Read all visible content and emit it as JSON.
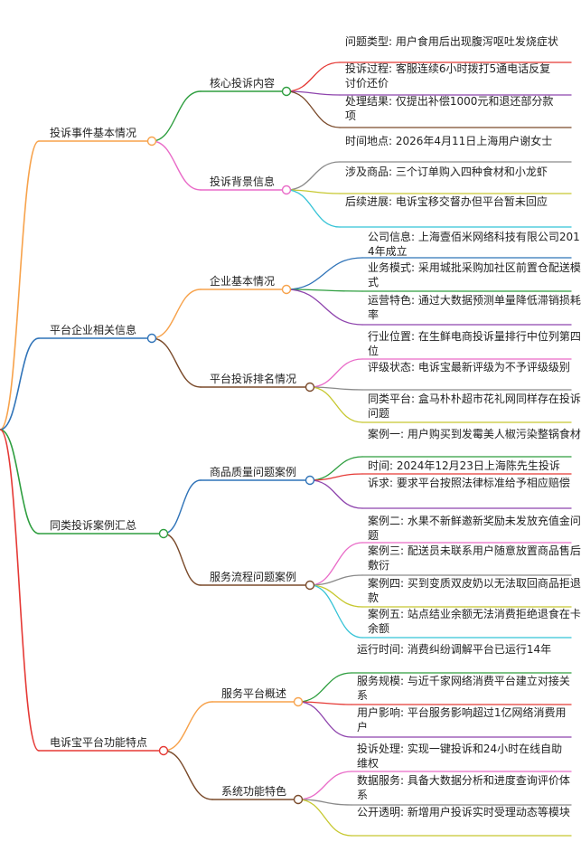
{
  "branches": [
    {
      "label": "投诉事件基本情况",
      "color": "#f7a24b",
      "children": [
        {
          "label": "核心投诉内容",
          "color": "#2e9e3f",
          "leaves": [
            {
              "text": "问题类型: 用户食用后出现腹泻呕吐发烧症状",
              "color": "#e53935"
            },
            {
              "text": "投诉过程: 客服连续6小时拨打5通电话反复讨价还价",
              "color": "#8e44ad"
            },
            {
              "text": "处理结果: 仅提出补偿1000元和退还部分款项",
              "color": "#7a4a2a"
            }
          ]
        },
        {
          "label": "投诉背景信息",
          "color": "#e96bc8",
          "leaves": [
            {
              "text": "时间地点: 2026年4月11日上海用户谢女士",
              "color": "#8a8a8a"
            },
            {
              "text": "涉及商品: 三个订单购入四种食材和小龙虾",
              "color": "#c7c830"
            },
            {
              "text": "后续进展: 电诉宝移交督办但平台暂未回应",
              "color": "#35c3d6"
            }
          ]
        }
      ]
    },
    {
      "label": "平台企业相关信息",
      "color": "#2f73b8",
      "children": [
        {
          "label": "企业基本情况",
          "color": "#f7a24b",
          "leaves": [
            {
              "text": "公司信息: 上海壹佰米网络科技有限公司2014年成立",
              "color": "#2f73b8"
            },
            {
              "text": "业务模式: 采用城批采购加社区前置仓配送模式",
              "color": "#2e9e3f"
            },
            {
              "text": "运营特色: 通过大数据预测单量降低滞销损耗率",
              "color": "#8e44ad"
            }
          ]
        },
        {
          "label": "平台投诉排名情况",
          "color": "#7a4a2a",
          "leaves": [
            {
              "text": "行业位置: 在生鲜电商投诉量排行中位列第四位",
              "color": "#e96bc8"
            },
            {
              "text": "评级状态: 电诉宝最新评级为不予评级级别",
              "color": "#8a8a8a"
            },
            {
              "text": "同类平台: 盒马朴朴超市花礼网同样存在投诉问题",
              "color": "#c7c830"
            }
          ]
        }
      ]
    },
    {
      "label": "同类投诉案例汇总",
      "color": "#2e9e3f",
      "children": [
        {
          "label": "商品质量问题案例",
          "color": "#2f73b8",
          "leaves": [
            {
              "text": "案例一: 用户购买到发霉美人椒污染整锅食材",
              "color": "#2e9e3f"
            },
            {
              "text": "时间: 2024年12月23日上海陈先生投诉",
              "color": "#e53935"
            },
            {
              "text": "诉求: 要求平台按照法律标准给予相应赔偿",
              "color": "#8e44ad"
            }
          ]
        },
        {
          "label": "服务流程问题案例",
          "color": "#7a4a2a",
          "leaves": [
            {
              "text": "案例二: 水果不新鲜邀新奖励未发放充值金问题",
              "color": "#e96bc8"
            },
            {
              "text": "案例三: 配送员未联系用户随意放置商品售后敷衍",
              "color": "#8a8a8a"
            },
            {
              "text": "案例四: 买到变质双皮奶以无法取回商品拒退款",
              "color": "#c7c830"
            },
            {
              "text": "案例五: 站点结业余额无法消费拒绝退食在卡余额",
              "color": "#35c3d6"
            }
          ]
        }
      ]
    },
    {
      "label": "电诉宝平台功能特点",
      "color": "#e53935",
      "children": [
        {
          "label": "服务平台概述",
          "color": "#f7a24b",
          "leaves": [
            {
              "text": "运行时间: 消费纠纷调解平台已运行14年",
              "color": "#2e9e3f"
            },
            {
              "text": "服务规模: 与近千家网络消费平台建立对接关系",
              "color": "#e53935"
            },
            {
              "text": "用户影响: 平台服务影响超过1亿网络消费用户",
              "color": "#8e44ad"
            }
          ]
        },
        {
          "label": "系统功能特色",
          "color": "#7a4a2a",
          "leaves": [
            {
              "text": "投诉处理: 实现一键投诉和24小时在线自助维权",
              "color": "#e96bc8"
            },
            {
              "text": "数据服务: 具备大数据分析和进度查询评价体系",
              "color": "#8a8a8a"
            },
            {
              "text": "公开透明: 新增用户投诉实时受理动态等模块",
              "color": "#c7c830"
            }
          ]
        }
      ]
    }
  ]
}
